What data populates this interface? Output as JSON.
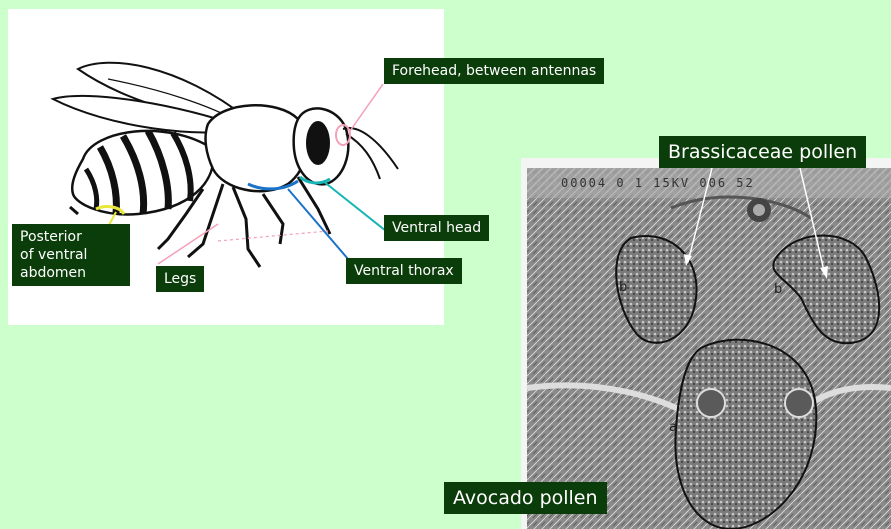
{
  "labels": {
    "forehead": "Forehead, between antennas",
    "posterior_abdomen": "Posterior\nof ventral\nabdomen",
    "legs": "Legs",
    "ventral_head": "Ventral head",
    "ventral_thorax": "Ventral thorax",
    "brassicaceae": "Brassicaceae pollen",
    "avocado": "Avocado pollen"
  },
  "sem_marks": {
    "b_left": "b",
    "b_right": "b",
    "a": "a",
    "header_text": "00004 0 1 15KV 006 52"
  },
  "colors": {
    "background": "#ccffcc",
    "label_bg": "#0b3d0b",
    "label_text": "#ffffff",
    "pointer_pink": "#f4a0b8",
    "pointer_teal": "#19b5b5",
    "pointer_blue": "#1a73c8",
    "pointer_yellow": "#e8e83a"
  }
}
